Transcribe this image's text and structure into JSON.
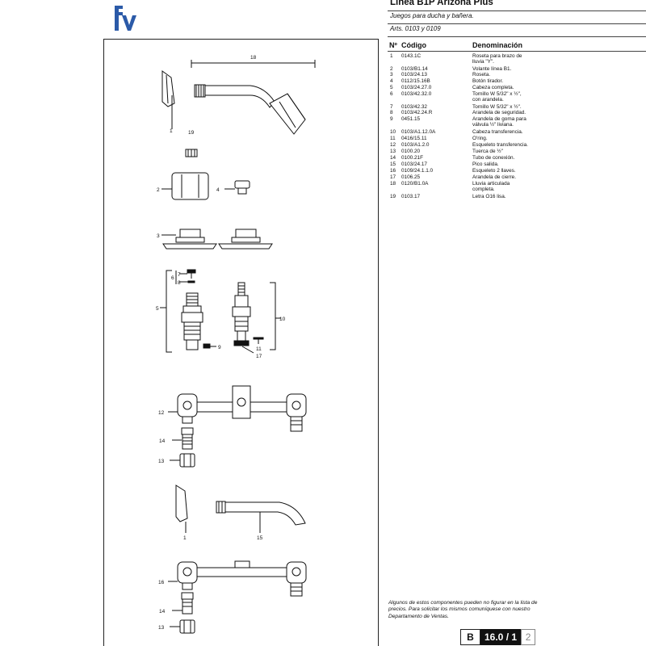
{
  "header": {
    "title": "Línea B1P Arizona Plus",
    "subtitle": "Juegos para ducha y bañera.",
    "arts": "Arts. 0103 y 0109"
  },
  "table": {
    "col_n": "Nº",
    "col_code": "Código",
    "col_desc": "Denominación",
    "rows": [
      {
        "n": "1",
        "code": "0143.1C",
        "desc": [
          "Roseta para brazo de",
          "lluvia \"Y\"."
        ]
      },
      {
        "n": "2",
        "code": "0103/B1.14",
        "desc": [
          "Volante línea B1."
        ]
      },
      {
        "n": "3",
        "code": "0103/24.13",
        "desc": [
          "Roseta."
        ]
      },
      {
        "n": "4",
        "code": "0112/15.16B",
        "desc": [
          "Botón tirador."
        ]
      },
      {
        "n": "5",
        "code": "0103/24.27.0",
        "desc": [
          "Cabeza completa."
        ]
      },
      {
        "n": "6",
        "code": "0103/42.32.0",
        "desc": [
          "Tornillo W 5/32\" x ½\",",
          "con arandela."
        ]
      },
      {
        "n": "7",
        "code": "0103/42.32",
        "desc": [
          "Tornillo W 5/32\" x ½\"."
        ]
      },
      {
        "n": "8",
        "code": "0103/42.24.R",
        "desc": [
          "Arandela de seguridad."
        ]
      },
      {
        "n": "9",
        "code": "0451.15",
        "desc": [
          "Arandela de goma para",
          "válvula ½\" liviana."
        ]
      },
      {
        "n": "10",
        "code": "0103/A1.12.0A",
        "desc": [
          "Cabeza transferencia."
        ]
      },
      {
        "n": "11",
        "code": "0416/15.11",
        "desc": [
          "O'ring."
        ]
      },
      {
        "n": "12",
        "code": "0103/A1.2.0",
        "desc": [
          "Esqueleto transferencia."
        ]
      },
      {
        "n": "13",
        "code": "0100.20",
        "desc": [
          "Tuerca de ½\""
        ]
      },
      {
        "n": "14",
        "code": "0100.21F",
        "desc": [
          "Tubo de conexión."
        ]
      },
      {
        "n": "15",
        "code": "0103/24.17",
        "desc": [
          "Pico salida."
        ]
      },
      {
        "n": "16",
        "code": "0109/24.1.1.0",
        "desc": [
          "Esqueleto 2 llaves."
        ]
      },
      {
        "n": "17",
        "code": "0106.25",
        "desc": [
          "Arandela de cierre."
        ]
      },
      {
        "n": "18",
        "code": "0120/B1.0A",
        "desc": [
          "Lluvia articulada",
          "completa."
        ]
      },
      {
        "n": "19",
        "code": "0103.17",
        "desc": [
          "Letra O16 lisa."
        ]
      }
    ]
  },
  "footnote": "Algunos de estos componentes pueden no figurar en la lista de precios. Para solicitar los mismos comuníquese con nuestro Departamento de Ventas.",
  "page": {
    "section": "B",
    "number": "16.0 / 1",
    "next": "2"
  },
  "callouts": {
    "c1": "1",
    "c2": "2",
    "c3": "3",
    "c4": "4",
    "c5": "5",
    "c6": "6",
    "c7": "7",
    "c8": "8",
    "c9": "9",
    "c10": "10",
    "c11": "11",
    "c12": "12",
    "c13": "13",
    "c14": "14",
    "c15": "15",
    "c16": "16",
    "c17": "17",
    "c18": "18",
    "c19": "19"
  },
  "colors": {
    "brand": "#2b5aa8",
    "ink": "#111111"
  }
}
